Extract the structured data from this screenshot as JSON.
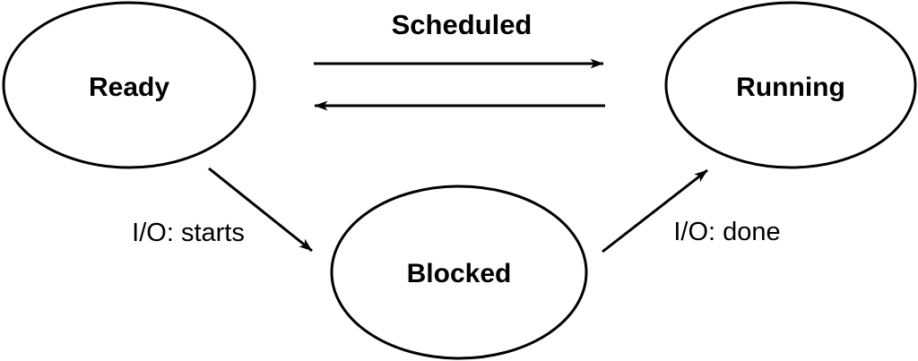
{
  "diagram": {
    "type": "state-transition-diagram",
    "nodes": [
      {
        "id": "ready",
        "label": "Ready"
      },
      {
        "id": "running",
        "label": "Running"
      },
      {
        "id": "blocked",
        "label": "Blocked"
      }
    ],
    "edges": [
      {
        "from": "ready",
        "to": "running",
        "label": "Scheduled"
      },
      {
        "from": "running",
        "to": "ready",
        "label": ""
      },
      {
        "from": "ready",
        "to": "blocked",
        "label": "I/O: starts"
      },
      {
        "from": "blocked",
        "to": "running",
        "label": "I/O: done"
      }
    ],
    "colors": {
      "line": "#000000",
      "background": "#ffffff"
    }
  }
}
